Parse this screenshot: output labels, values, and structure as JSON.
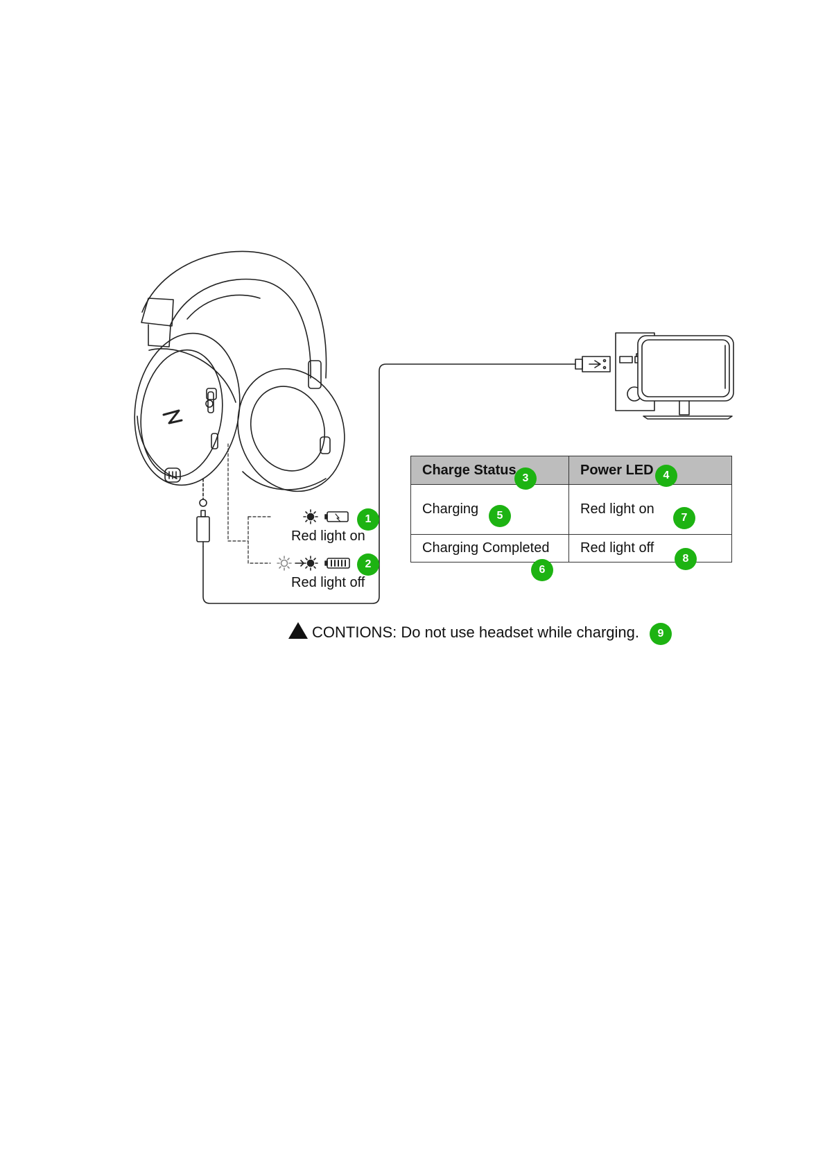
{
  "legend": {
    "charging_label": "Red light on",
    "charging_badge": "1",
    "completed_label": "Red light off",
    "completed_badge": "2"
  },
  "table": {
    "header_status": "Charge Status",
    "header_status_badge": "3",
    "header_led": "Power LED",
    "header_led_badge": "4",
    "rows": [
      {
        "status": "Charging",
        "status_badge": "5",
        "led": "Red light on",
        "led_badge": "7"
      },
      {
        "status": "Charging Completed",
        "status_badge": "6",
        "led": "Red light off",
        "led_badge": "8"
      }
    ]
  },
  "caution": {
    "icon": "warning-triangle-icon",
    "text": "CONTIONS: Do not use headset while charging.",
    "badge": "9"
  },
  "colors": {
    "badge": "#1db312",
    "table_header": "#bdbdbd"
  }
}
